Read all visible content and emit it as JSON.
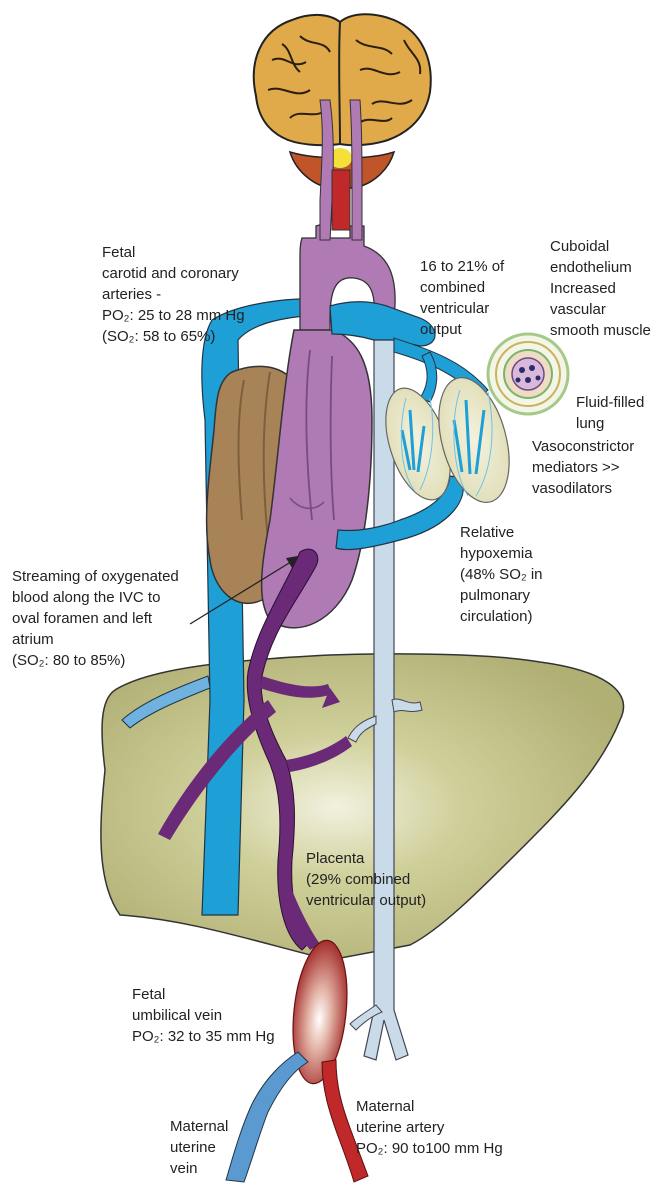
{
  "labels": {
    "carotid": {
      "lines": [
        "Fetal",
        "carotid and coronary",
        "arteries -",
        "PO₂: 25 to 28 mm Hg",
        "(SO₂: 58 to 65%)"
      ]
    },
    "ventricular_output": {
      "lines": [
        "16 to 21% of",
        "combined",
        "ventricular",
        "output"
      ]
    },
    "cuboidal": {
      "lines": [
        "Cuboidal",
        "endothelium",
        "Increased",
        "vascular",
        "smooth muscle"
      ]
    },
    "lung": {
      "lines": [
        "Fluid-filled",
        "lung"
      ]
    },
    "vasoconstrictor": {
      "lines": [
        "Vasoconstrictor",
        "mediators >>",
        "vasodilators"
      ]
    },
    "hypoxemia": {
      "lines": [
        "Relative",
        "hypoxemia",
        "(48% SO₂ in",
        "pulmonary",
        "circulation)"
      ]
    },
    "streaming": {
      "lines": [
        "Streaming of oxygenated",
        "blood along the IVC to",
        "oval foramen and left",
        "atrium",
        "(SO₂: 80 to 85%)"
      ]
    },
    "placenta": {
      "lines": [
        "Placenta",
        "(29% combined",
        "ventricular output)"
      ]
    },
    "umbilical_vein": {
      "lines": [
        "Fetal",
        "umbilical vein",
        "PO₂: 32 to 35 mm Hg"
      ]
    },
    "uterine_artery": {
      "lines": [
        "Maternal",
        "uterine artery",
        "PO₂: 90 to100 mm Hg"
      ]
    },
    "uterine_vein": {
      "lines": [
        "Maternal",
        "uterine",
        "vein"
      ]
    }
  },
  "colors": {
    "brain": "#e0a94a",
    "aorta": "#b07ab5",
    "pulmonary": "#1ea0d6",
    "ivc": "#c9dbe9",
    "umbilical": "#6a2a78",
    "liver": "#b4b37a",
    "placenta": "#a01c1c",
    "maternal_artery": "#c0282a",
    "maternal_vein": "#5b9ad0",
    "heart": "#a88358"
  }
}
